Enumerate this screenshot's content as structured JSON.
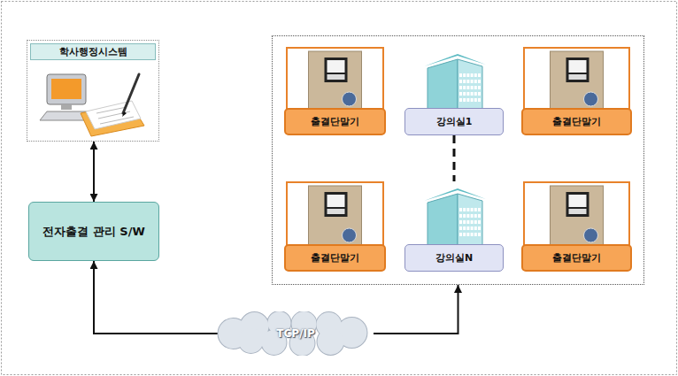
{
  "diagram": {
    "nodes": [
      {
        "text": [
          "학사행정시스템"
        ]
      },
      {
        "text": []
      },
      {
        "text": [
          "출결단말기"
        ],
        "in": 1
      },
      {
        "text": [
          "강의실1"
        ],
        "in": 1
      },
      {
        "text": [
          "출결단말기"
        ],
        "in": 1
      },
      {
        "text": [
          "출결단말기"
        ],
        "in": 1
      },
      {
        "text": [
          "강의실N"
        ],
        "in": 1
      },
      {
        "text": [
          "출결단말기"
        ],
        "in": 1
      },
      {
        "text": [
          "전자출결 관리 S/W"
        ]
      },
      {
        "text": [
          "TCP/IP"
        ]
      }
    ],
    "edges": [
      {
        "from": 0,
        "to": 8,
        "arrow": "both"
      },
      {
        "from": 9,
        "to": 8,
        "arrow": "to"
      },
      {
        "from": 9,
        "to": 1,
        "arrow": "to"
      },
      {
        "from": 3,
        "to": 6,
        "arrow": "none"
      }
    ]
  }
}
